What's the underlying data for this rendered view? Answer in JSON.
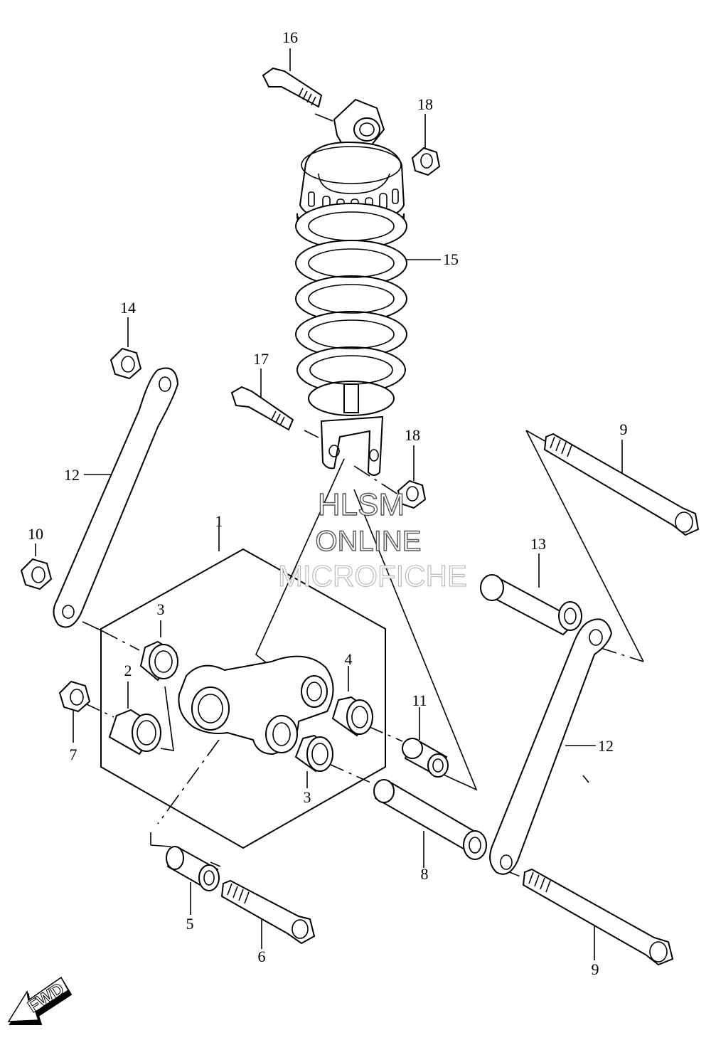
{
  "callouts": [
    "1",
    "2",
    "3",
    "3",
    "4",
    "5",
    "6",
    "7",
    "8",
    "9",
    "9",
    "10",
    "11",
    "12",
    "12",
    "13",
    "14",
    "15",
    "16",
    "17",
    "18",
    "18"
  ],
  "watermark": {
    "line1": "HLSM",
    "line2": "ONLINE",
    "line3": "MICROFICHE"
  },
  "direction_arrow": {
    "label": "FWD"
  }
}
